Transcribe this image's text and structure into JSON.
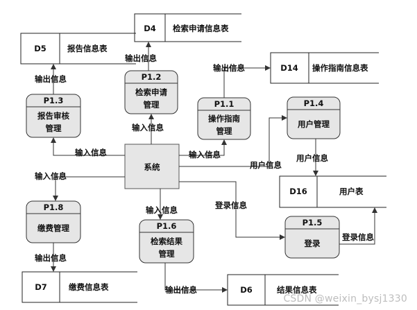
{
  "system": {
    "label": "系统"
  },
  "processes": {
    "p11": {
      "id": "P1.1",
      "line1": "操作指南",
      "line2": "管理"
    },
    "p12": {
      "id": "P1.2",
      "line1": "检索申请",
      "line2": "管理"
    },
    "p13": {
      "id": "P1.3",
      "line1": "报告审核",
      "line2": "管理"
    },
    "p14": {
      "id": "P1.4",
      "line1": "用户管理"
    },
    "p15": {
      "id": "P1.5",
      "line1": "登录"
    },
    "p16": {
      "id": "P1.6",
      "line1": "检索结果",
      "line2": "管理"
    },
    "p18": {
      "id": "P1.8",
      "line1": "缴费管理"
    }
  },
  "stores": {
    "d4": {
      "id": "D4",
      "name": "检索申请信息表"
    },
    "d5": {
      "id": "D5",
      "name": "报告信息表"
    },
    "d6": {
      "id": "D6",
      "name": "结果信息表"
    },
    "d7": {
      "id": "D7",
      "name": "缴费信息表"
    },
    "d14": {
      "id": "D14",
      "name": "操作指南信息表"
    },
    "d16": {
      "id": "D16",
      "name": "用户表"
    }
  },
  "flows": {
    "d4_p12": "输出信息",
    "p11_d14": "输出信息",
    "d5_p13": "输出信息",
    "sys_p12": "输入信息",
    "sys_p13": "输入信息",
    "sys_p11": "输入信息",
    "sys_p14": "用户信息",
    "p14_d16": "用户信息",
    "sys_p18": "输入信息",
    "sys_p16": "输入信息",
    "sys_p15": "登录信息",
    "p15_d16": "登录信息",
    "p18_d7": "输出信息",
    "p16_d6": "输出信息"
  },
  "watermark": "CSDN @weixin_bysj1330"
}
